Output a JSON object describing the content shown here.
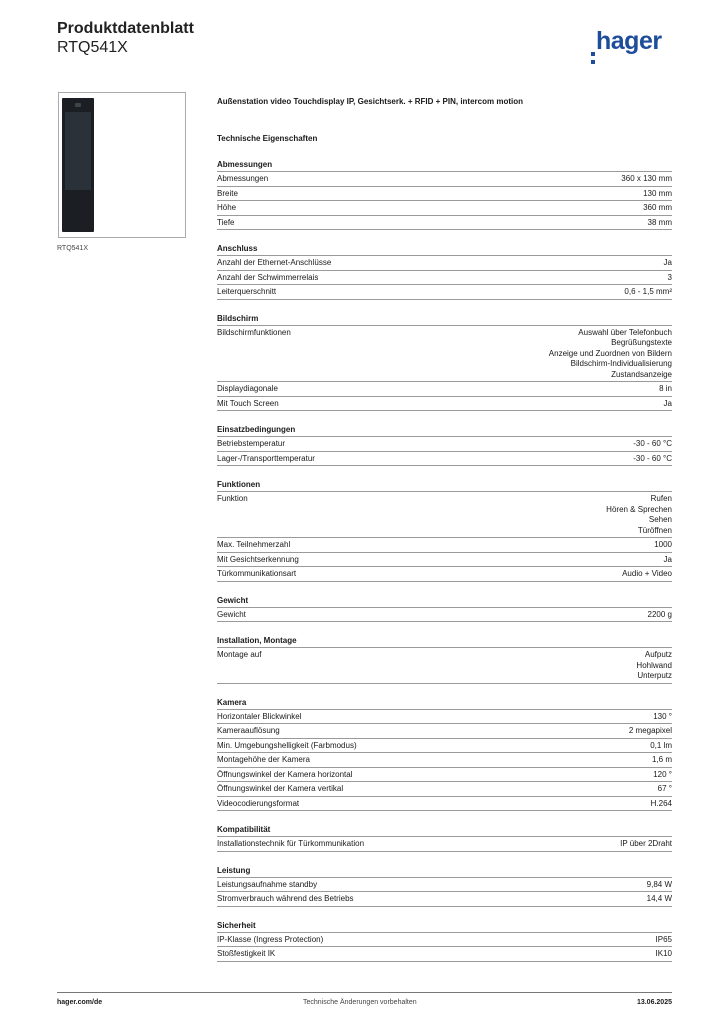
{
  "header": {
    "title": "Produktdatenblatt",
    "product_code": "RTQ541X",
    "logo_text": "hager",
    "brand_color": "#1e4d9b"
  },
  "image_caption": "RTQ541X",
  "description": "Außenstation video Touchdisplay IP, Gesichtserk. + RFID + PIN, intercom motion",
  "properties_heading": "Technische Eigenschaften",
  "sections": [
    {
      "title": "Abmessungen",
      "rows": [
        {
          "label": "Abmessungen",
          "value": "360 x 130 mm"
        },
        {
          "label": "Breite",
          "value": "130 mm"
        },
        {
          "label": "Höhe",
          "value": "360 mm"
        },
        {
          "label": "Tiefe",
          "value": "38 mm"
        }
      ]
    },
    {
      "title": "Anschluss",
      "rows": [
        {
          "label": "Anzahl der Ethernet-Anschlüsse",
          "value": "Ja"
        },
        {
          "label": "Anzahl der Schwimmerrelais",
          "value": "3"
        },
        {
          "label": "Leiterquerschnitt",
          "value": "0,6 - 1,5 mm²"
        }
      ]
    },
    {
      "title": "Bildschirm",
      "rows": [
        {
          "label": "Bildschirmfunktionen",
          "value": "Auswahl über Telefonbuch\nBegrüßungstexte\nAnzeige und Zuordnen von Bildern\nBildschirm-Individualisierung\nZustandsanzeige"
        },
        {
          "label": "Displaydiagonale",
          "value": "8 in"
        },
        {
          "label": "Mit Touch Screen",
          "value": "Ja"
        }
      ]
    },
    {
      "title": "Einsatzbedingungen",
      "rows": [
        {
          "label": "Betriebstemperatur",
          "value": "-30 - 60 °C"
        },
        {
          "label": "Lager-/Transporttemperatur",
          "value": "-30 - 60 °C"
        }
      ]
    },
    {
      "title": "Funktionen",
      "rows": [
        {
          "label": "Funktion",
          "value": "Rufen\nHören & Sprechen\nSehen\nTüröffnen"
        },
        {
          "label": "Max. Teilnehmerzahl",
          "value": "1000"
        },
        {
          "label": "Mit Gesichtserkennung",
          "value": "Ja"
        },
        {
          "label": "Türkommunikationsart",
          "value": "Audio + Video"
        }
      ]
    },
    {
      "title": "Gewicht",
      "rows": [
        {
          "label": "Gewicht",
          "value": "2200 g"
        }
      ]
    },
    {
      "title": "Installation, Montage",
      "rows": [
        {
          "label": "Montage auf",
          "value": "Aufputz\nHohlwand\nUnterputz"
        }
      ]
    },
    {
      "title": "Kamera",
      "rows": [
        {
          "label": "Horizontaler Blickwinkel",
          "value": "130 °"
        },
        {
          "label": "Kameraauflösung",
          "value": "2 megapixel"
        },
        {
          "label": "Min. Umgebungshelligkeit (Farbmodus)",
          "value": "0,1 lm"
        },
        {
          "label": "Montagehöhe der Kamera",
          "value": "1,6 m"
        },
        {
          "label": "Öffnungswinkel der Kamera horizontal",
          "value": "120 °"
        },
        {
          "label": "Öffnungswinkel der Kamera vertikal",
          "value": "67 °"
        },
        {
          "label": "Videocodierungsformat",
          "value": "H.264"
        }
      ]
    },
    {
      "title": "Kompatibilität",
      "rows": [
        {
          "label": "Installationstechnik für Türkommunikation",
          "value": "IP über 2Draht"
        }
      ]
    },
    {
      "title": "Leistung",
      "rows": [
        {
          "label": "Leistungsaufnahme standby",
          "value": "9,84 W"
        },
        {
          "label": "Stromverbrauch während des Betriebs",
          "value": "14,4 W"
        }
      ]
    },
    {
      "title": "Sicherheit",
      "rows": [
        {
          "label": "IP-Klasse (Ingress Protection)",
          "value": "IP65"
        },
        {
          "label": "Stoßfestigkeit IK",
          "value": "IK10"
        }
      ]
    }
  ],
  "footer": {
    "website": "hager.com/de",
    "disclaimer": "Technische Änderungen vorbehalten",
    "date": "13.06.2025"
  }
}
